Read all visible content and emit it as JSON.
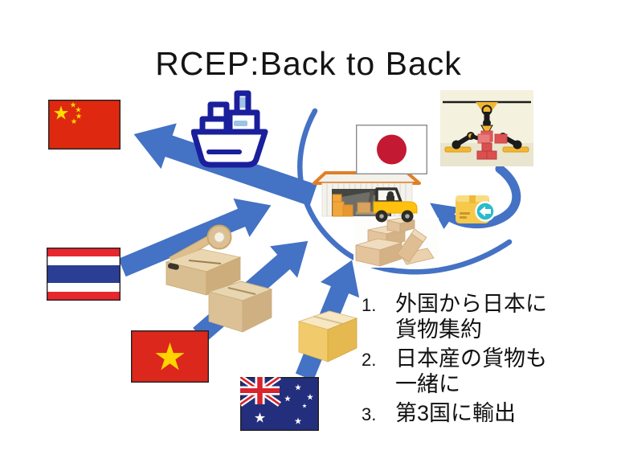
{
  "title": {
    "text": "RCEP:Back to Back"
  },
  "list": {
    "items": [
      {
        "num": "1.",
        "lines": [
          "外国から日本に",
          "貨物集約"
        ]
      },
      {
        "num": "2.",
        "lines": [
          "日本産の貨物も",
          "一緒に"
        ]
      },
      {
        "num": "3.",
        "lines": [
          "第3国に輸出"
        ]
      }
    ]
  },
  "illustrations": {
    "cargo_ship_icon": "container-ship",
    "factory_robots_icon": "robot-arms-handling-cargo",
    "warehouse_forklift_icon": "warehouse-with-forklift",
    "boxes_pile_icon": "pile-of-cardboard-boxes",
    "tape_box_icon": "box-sealed-with-tape-dispenser",
    "cardboard_box_icon": "cardboard-box",
    "yellow_box_icon": "yellow-cardboard-box",
    "parcel_badge_icon": "parcel-with-teal-transfer-arrow",
    "flags": [
      "china",
      "thailand",
      "vietnam",
      "australia",
      "japan"
    ]
  },
  "colors": {
    "arrow_blue": "#4472C4",
    "ship_navy": "#1A1F9C",
    "ship_accent": "#9DC3E6",
    "china_red": "#DE2910",
    "star_yellow": "#FFDE00",
    "thai_red": "#E8262D",
    "thai_blue": "#2A3F94",
    "vietnam_red": "#DC271C",
    "australia_navy": "#232E7D",
    "japan_red": "#C41932",
    "forklift_yellow": "#FFC10D",
    "robot_yellow": "#F2B632",
    "cargo_red": "#DB4F4F",
    "box_tan": "#D9BE92",
    "parcel_yellow": "#F6C94B",
    "badge_teal": "#29BCCB"
  }
}
